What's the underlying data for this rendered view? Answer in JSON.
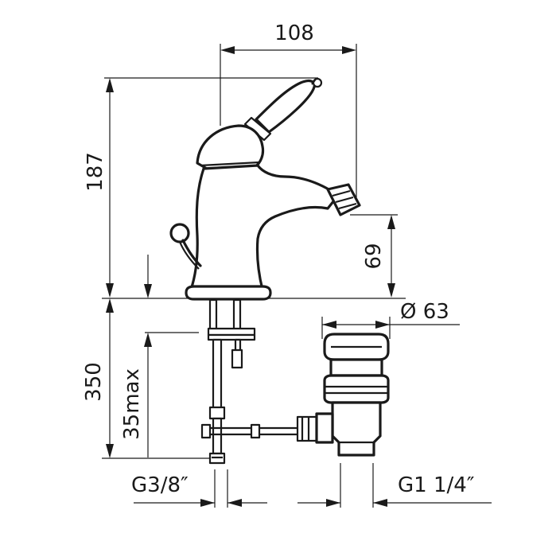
{
  "dimensions": {
    "width_108": "108",
    "height_187": "187",
    "spout_69": "69",
    "diameter_63": "Ø 63",
    "depth_350": "350",
    "deck_35max": "35max",
    "thread_g38": "G3/8″",
    "thread_g114": "G1 1/4″"
  }
}
